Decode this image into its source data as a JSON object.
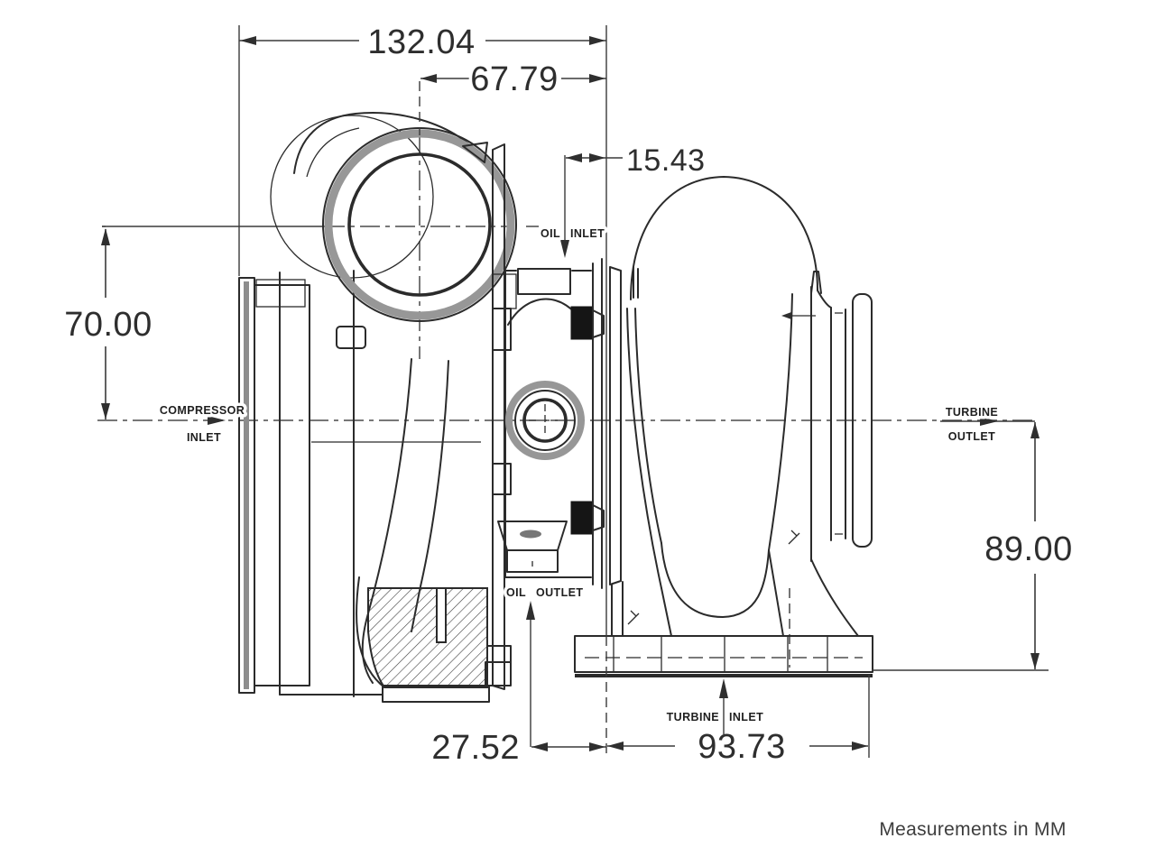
{
  "diagram": {
    "kind": "turbocharger-dimensional-drawing",
    "units": "MM",
    "dimensions": {
      "overall_length_mm": "132.04",
      "compressor_outlet_center_to_turbine_face_mm": "67.79",
      "oil_inlet_offset_mm": "15.43",
      "compressor_outlet_center_height_mm": "70.00",
      "centerline_to_turbine_flange_mm": "89.00",
      "oil_outlet_offset_mm": "27.52",
      "turbine_housing_length_mm": "93.73"
    },
    "labels": {
      "compressor_inlet": {
        "line1": "COMPRESSOR",
        "line2": "INLET"
      },
      "turbine_outlet": {
        "line1": "TURBINE",
        "line2": "OUTLET"
      },
      "oil_inlet": {
        "word1": "OIL",
        "word2": "INLET"
      },
      "oil_outlet": {
        "word1": "OIL",
        "word2": "OUTLET"
      },
      "turbine_inlet": {
        "word1": "TURBINE",
        "word2": "INLET"
      }
    },
    "footer": {
      "note": "Measurements in MM"
    },
    "colors": {
      "line": "#2b2b2b",
      "text": "#2e2e2e",
      "background": "#ffffff"
    }
  }
}
